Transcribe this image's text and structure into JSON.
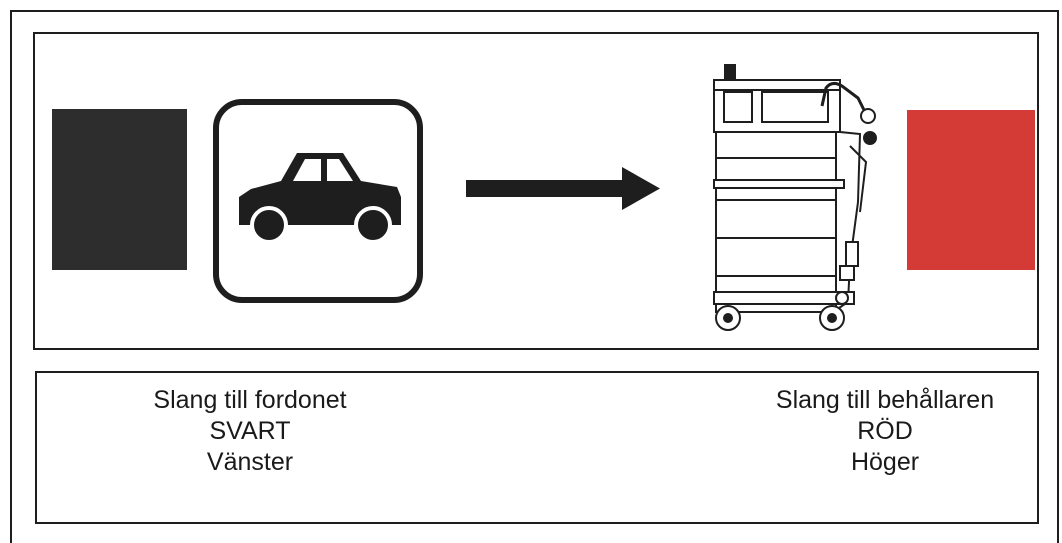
{
  "colors": {
    "black_hose": "#2d2d2d",
    "red_hose": "#d43a36",
    "line": "#1e1e1e"
  },
  "icons": {
    "vehicle": "car-icon",
    "flow": "arrow-right-icon",
    "machine": "recovery-unit-icon"
  },
  "left_label": {
    "line1": "Slang till fordonet",
    "line2": "SVART",
    "line3": "Vänster"
  },
  "right_label": {
    "line1": "Slang till behållaren",
    "line2": "RÖD",
    "line3": "Höger"
  }
}
